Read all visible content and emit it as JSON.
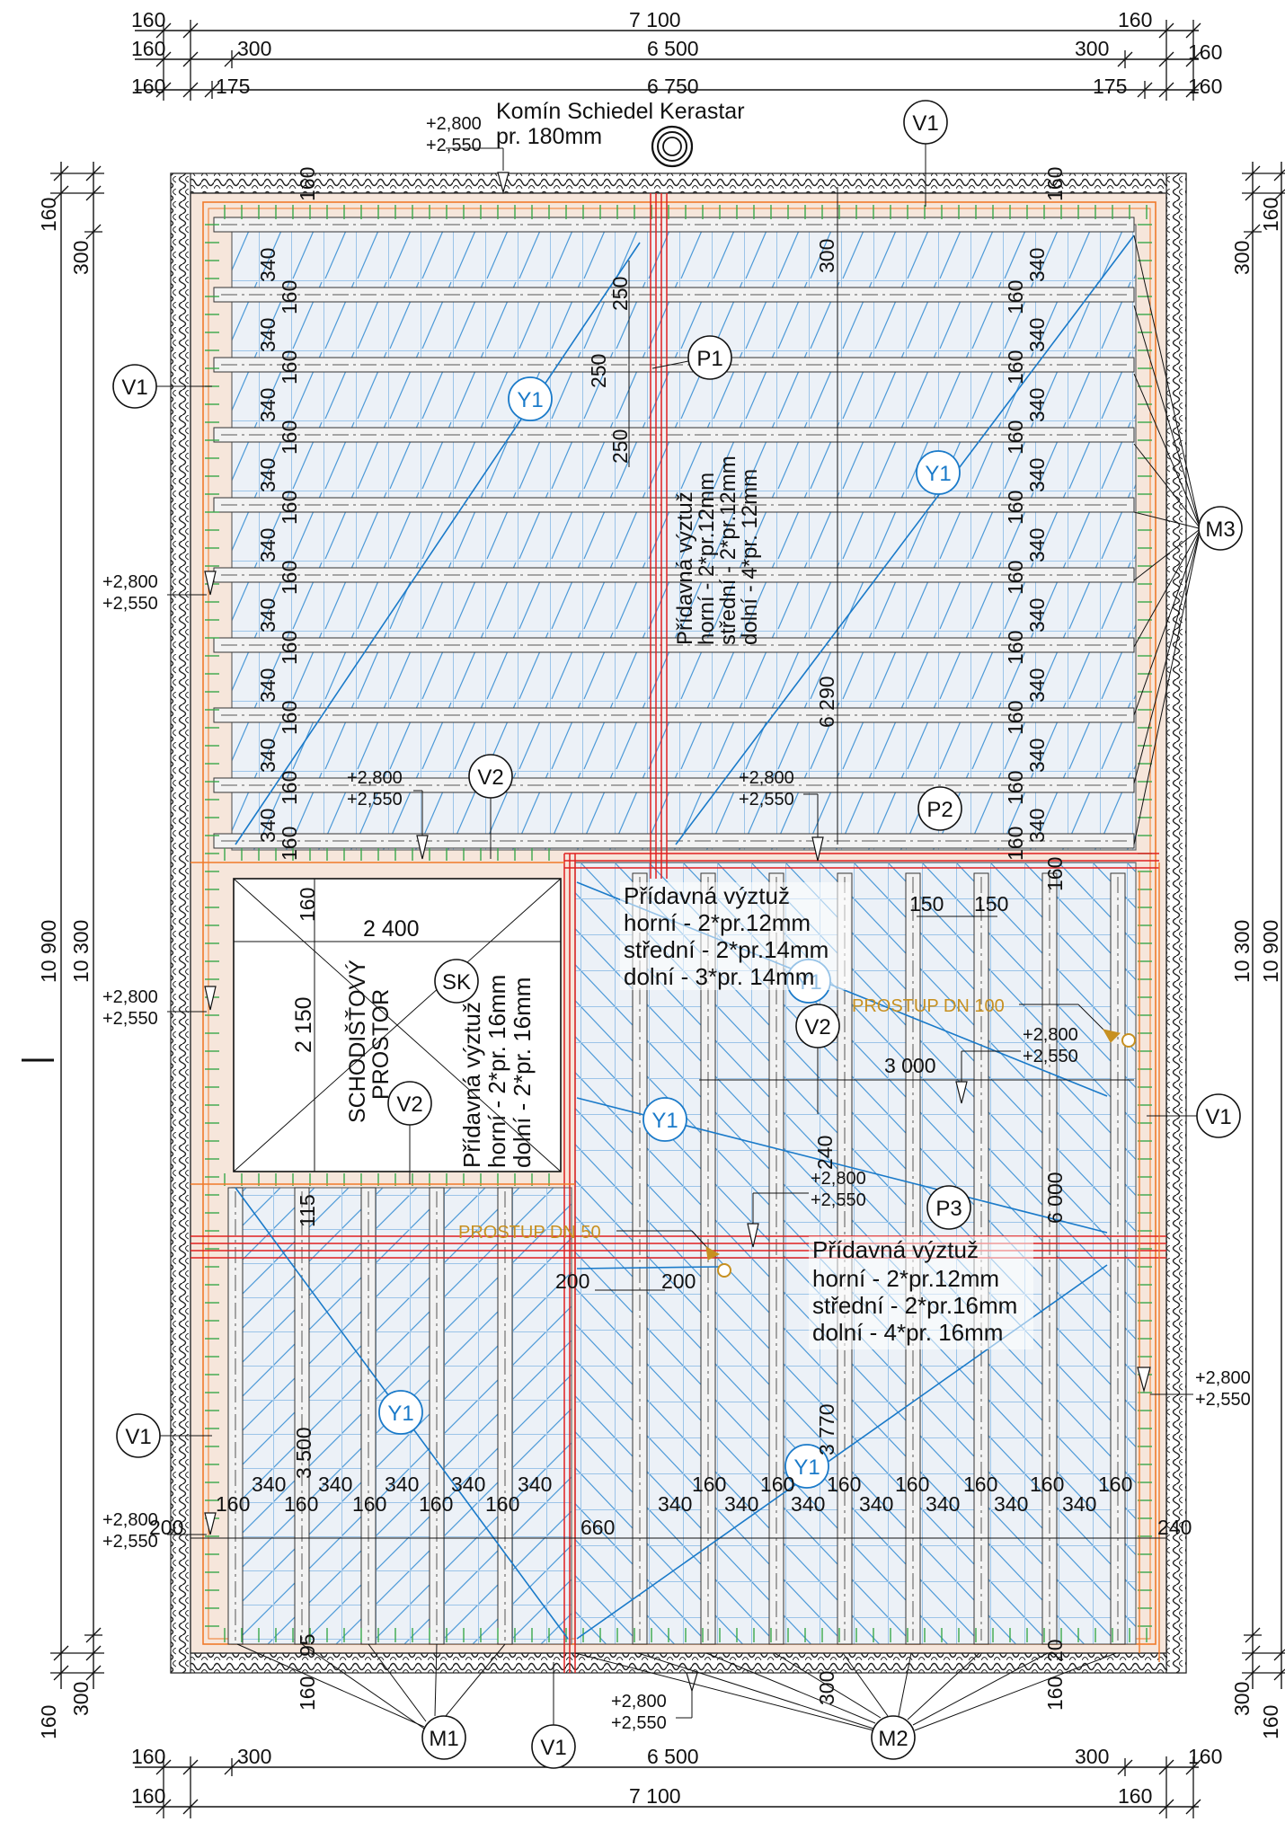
{
  "colors": {
    "reinforcement_blue": "#3a8fd6",
    "reinforcement_red": "#e02020",
    "formwork_orange": "#f07a2a",
    "green_anchor": "#3aa84a",
    "penetration_gold": "#c79020",
    "y1_blue": "#1a7ac9"
  },
  "dims_top": {
    "row1": {
      "left": "160",
      "mid": "7 100",
      "right": "160"
    },
    "row2": {
      "left": "160",
      "l2": "300",
      "mid": "6 500",
      "r2": "300",
      "right": "160"
    },
    "row3": {
      "left": "160",
      "l2": "175",
      "mid": "6 750",
      "r2": "175",
      "right": "160"
    }
  },
  "dims_bottom": {
    "row1": {
      "left": "160",
      "l2": "300",
      "mid": "6 500",
      "r2": "300",
      "right": "160"
    },
    "row2": {
      "left": "160",
      "mid": "7 100",
      "right": "160"
    }
  },
  "dims_left": {
    "top160": "160",
    "top300": "300",
    "outer": "10 900",
    "inner": "10 300",
    "bot300": "300",
    "bot160": "160"
  },
  "dims_right": {
    "top160": "160",
    "top300": "300",
    "inner": "10 300",
    "outer": "10 900",
    "bot300": "300",
    "bot160": "160"
  },
  "chimney": {
    "name": "Komín Schiedel Kerastar",
    "diameter": "pr.  180mm"
  },
  "levels": {
    "top": "+2,800",
    "bottom": "+2,550"
  },
  "tags": {
    "V1": "V1",
    "V2": "V2",
    "Y1": "Y1",
    "P1": "P1",
    "P2": "P2",
    "P3": "P3",
    "M1": "M1",
    "M2": "M2",
    "M3": "M3",
    "SK": "SK"
  },
  "staircase": {
    "line1": "SCHODIŠŤOVÝ",
    "line2": "PROSTOR",
    "width": "2 400",
    "length": "2 150"
  },
  "notes": {
    "top_vertical": [
      "Přídavná výztuž",
      "horní - 2*pr.12mm",
      "střední - 2*pr.12mm",
      "dolní - 4*pr. 12mm"
    ],
    "middle": [
      "Přídavná výztuž",
      "horní - 2*pr.12mm",
      "střední - 2*pr.14mm",
      "dolní - 3*pr. 14mm"
    ],
    "stair_vertical": [
      "Přídavná výztuž",
      "horní - 2*pr. 16mm",
      "dolní - 2*pr. 16mm"
    ],
    "lower_right": [
      "Přídavná výztuž",
      "horní - 2*pr.12mm",
      "střední - 2*pr.16mm",
      "dolní - 4*pr. 16mm"
    ]
  },
  "penetrations": {
    "dn100": "PROSTUP DN 100",
    "dn50": "PROSTUP DN 50"
  },
  "dims_inner": {
    "d340": "340",
    "d160": "160",
    "d250": "250",
    "d300": "300",
    "d6290": "6 290",
    "d150": "150",
    "d3000": "3 000",
    "d240": "240",
    "d6000": "6 000",
    "d115": "115",
    "d200": "200",
    "d3770": "3 770",
    "d3500": "3 500",
    "d660": "660",
    "d95": "95",
    "d20": "20"
  }
}
